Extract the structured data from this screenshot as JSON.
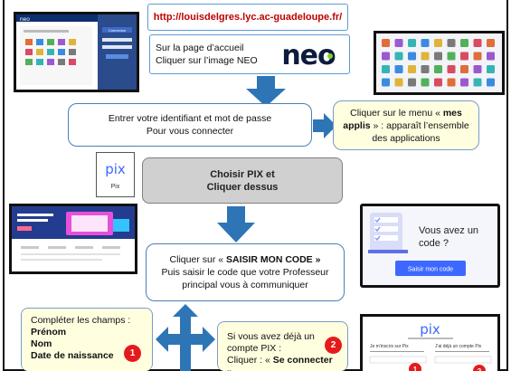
{
  "url": "http://louisdelgres.lyc.ac-guadeloupe.fr/",
  "neo_step": {
    "line1": "Sur la page d’accueil",
    "line2": "Cliquer sur l’image NEO",
    "logo_text": "neo"
  },
  "ident_step": {
    "line1": "Entrer votre identifiant et mot de passe",
    "line2": "Pour vous connecter"
  },
  "apps_step": {
    "pre": "Cliquer sur le menu « ",
    "bold": "mes applis",
    "post": " » : apparaît l’ensemble des applications"
  },
  "pix_step": {
    "line1": "Choisir PIX et",
    "line2": "Cliquer dessus"
  },
  "pix_logo": {
    "logo": "pix",
    "caption": "Pix"
  },
  "code_step": {
    "pre": "Cliquer sur « ",
    "bold": "SAISIR MON CODE »",
    "line2": "Puis saisir le code que votre Professeur",
    "line3": "principal vous à communiquer"
  },
  "code_screen": {
    "question": "Vous avez un code ?",
    "button": "Saisir mon code"
  },
  "champs_step": {
    "intro": "Compléter les champs :",
    "fields": [
      "Prénom",
      "Nom",
      "Date de naissance"
    ],
    "badge": "1"
  },
  "deja_step": {
    "line1": "Si vous avez déjà un",
    "line2": "compte PIX :",
    "pre": "Cliquer : « ",
    "bold": "Se connecter »",
    "badge": "2"
  },
  "login_screen": {
    "logo": "pix",
    "left_label": "Je m'inscris sur Pix",
    "right_label": "J'ai déjà un compte Pix",
    "badge1": "1",
    "badge2": "2"
  },
  "neo_screen": {
    "logo": "neo",
    "button": "Connexion"
  },
  "colors": {
    "url_text": "#c00000",
    "arrow": "#2e75b6",
    "yellow_box": "#ffffe0",
    "badge": "#e51b1b",
    "pix_purple": "#3d68ff"
  }
}
